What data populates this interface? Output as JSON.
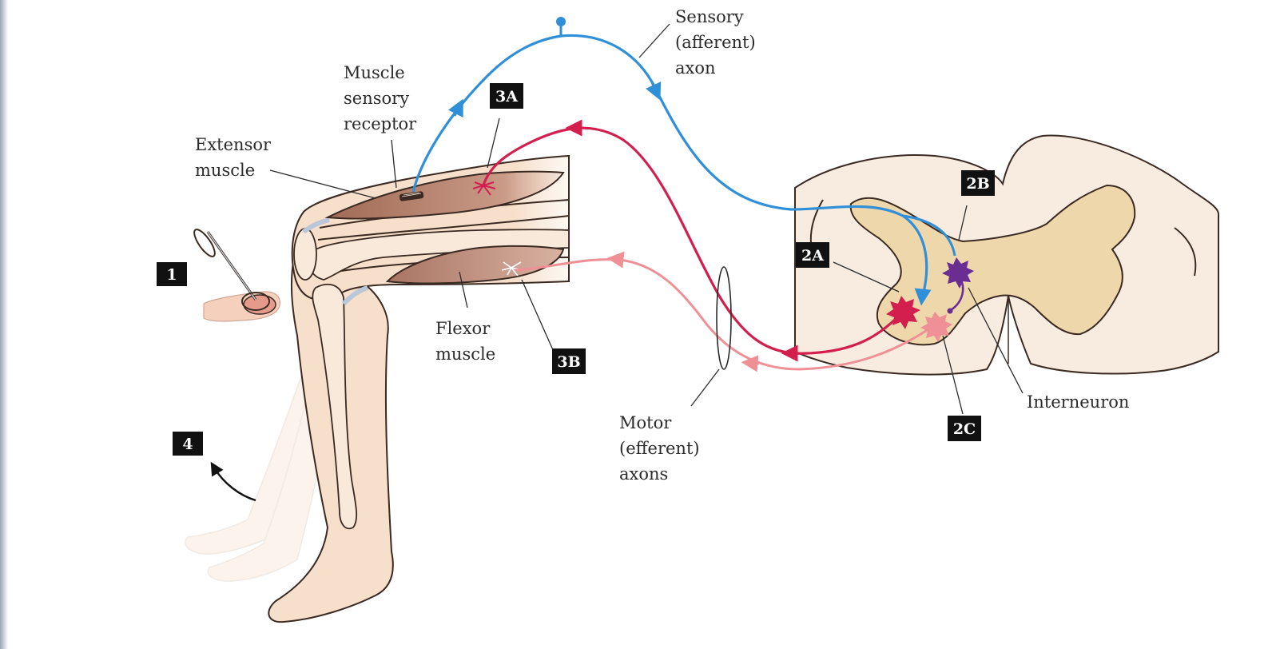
{
  "labels": {
    "sensory_axon": [
      "Sensory",
      "(afferent)",
      "axon"
    ],
    "muscle_sensory_receptor": [
      "Muscle",
      "sensory",
      "receptor"
    ],
    "extensor_muscle": [
      "Extensor",
      "muscle"
    ],
    "flexor_muscle": [
      "Flexor",
      "muscle"
    ],
    "motor_axons": [
      "Motor",
      "(efferent)",
      "axons"
    ],
    "interneuron": "Interneuron"
  },
  "steps": {
    "s1": "1",
    "s2a": "2A",
    "s2b": "2B",
    "s2c": "2C",
    "s3a": "3A",
    "s3b": "3B",
    "s4": "4"
  },
  "colors": {
    "sensory": "#2f8fd8",
    "motor_extensor": "#d21f4e",
    "motor_flexor": "#ef8f96",
    "interneuron": "#6a2d91",
    "skin": "#f6dfcb",
    "muscle": "#b7806a",
    "spinal_gray": "#efd7ac",
    "spinal_white": "#f8ece1"
  },
  "icons": {
    "reflex_hammer": "reflex-hammer-icon",
    "neuron_body": "neuron-cell-body-icon",
    "movement_arrow": "curved-arrow-icon"
  }
}
